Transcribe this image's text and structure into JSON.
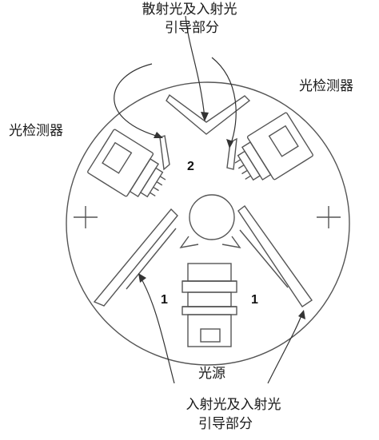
{
  "labels": {
    "top_line1": "散射光及入射光",
    "top_line2": "引导部分",
    "detector_right": "光检测器",
    "detector_left": "光检测器",
    "source": "光源",
    "bottom_line1": "入射光及入射光",
    "bottom_line2": "引导部分"
  },
  "numbers": {
    "n2": "2",
    "n1_left": "1",
    "n1_right": "1"
  },
  "colors": {
    "line": "#555555",
    "text": "#1a1a1a"
  }
}
